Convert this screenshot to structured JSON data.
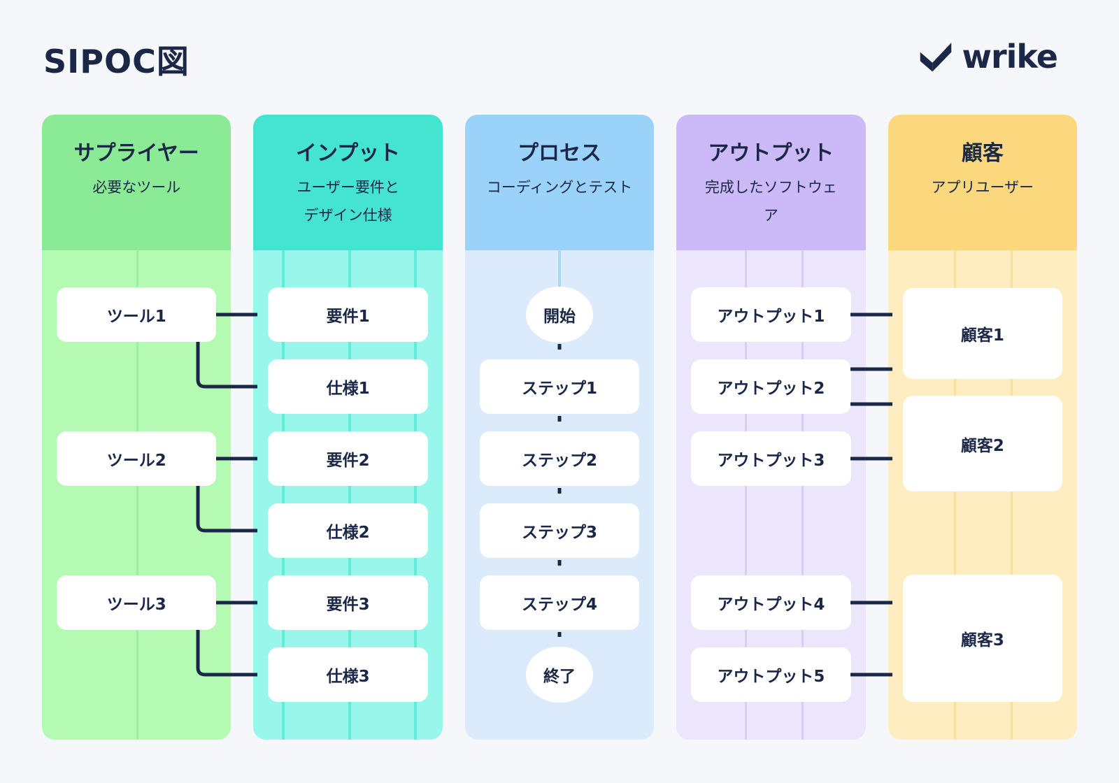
{
  "page": {
    "title": "SIPOC図",
    "background_color": "#F6F7FA",
    "text_color": "#1B2747",
    "arrow_color": "#1B2747"
  },
  "logo": {
    "text": "wrike",
    "icon": "wrike-double-check-icon",
    "color": "#1B2747"
  },
  "lanes": [
    {
      "id": "suppliers",
      "title": "サプライヤー",
      "subtitle": "必要なツール",
      "header_color": "#8BEA96",
      "body_color": "#B5FAB2",
      "items": [
        "ツール1",
        "ツール2",
        "ツール3"
      ]
    },
    {
      "id": "inputs",
      "title": "インプット",
      "subtitle": "ユーザー要件と\nデザイン仕様",
      "header_color": "#45E4D1",
      "body_color": "#99F6EA",
      "items": [
        "要件1",
        "仕様1",
        "要件2",
        "仕様2",
        "要件3",
        "仕様3"
      ]
    },
    {
      "id": "process",
      "title": "プロセス",
      "subtitle": "コーディングとテスト",
      "header_color": "#9BD2FA",
      "body_color": "#DCEBFB",
      "items": [
        "開始",
        "ステップ1",
        "ステップ2",
        "ステップ3",
        "ステップ4",
        "終了"
      ]
    },
    {
      "id": "outputs",
      "title": "アウトプット",
      "subtitle": "完成したソフトウェ\nア",
      "header_color": "#CCBAF8",
      "body_color": "#EBE6FB",
      "items": [
        "アウトプット1",
        "アウトプット2",
        "アウトプット3",
        "アウトプット4",
        "アウトプット5"
      ]
    },
    {
      "id": "customers",
      "title": "顧客",
      "subtitle": "アプリユーザー",
      "header_color": "#FBD87D",
      "body_color": "#FDEDC1",
      "items": [
        "顧客1",
        "顧客2",
        "顧客3"
      ]
    }
  ],
  "connections": [
    {
      "from": "ツール1",
      "to": "要件1"
    },
    {
      "from": "ツール1",
      "to": "仕様1"
    },
    {
      "from": "ツール2",
      "to": "要件2"
    },
    {
      "from": "ツール2",
      "to": "仕様2"
    },
    {
      "from": "ツール3",
      "to": "要件3"
    },
    {
      "from": "ツール3",
      "to": "仕様3"
    },
    {
      "from": "開始",
      "to": "ステップ1"
    },
    {
      "from": "ステップ1",
      "to": "ステップ2"
    },
    {
      "from": "ステップ2",
      "to": "ステップ3"
    },
    {
      "from": "ステップ3",
      "to": "ステップ4"
    },
    {
      "from": "ステップ4",
      "to": "終了"
    },
    {
      "from": "アウトプット1",
      "to": "顧客1"
    },
    {
      "from": "アウトプット2",
      "to": "顧客1"
    },
    {
      "from": "アウトプット2",
      "to": "顧客2"
    },
    {
      "from": "アウトプット3",
      "to": "顧客2"
    },
    {
      "from": "アウトプット4",
      "to": "顧客3"
    },
    {
      "from": "アウトプット5",
      "to": "顧客3"
    }
  ]
}
